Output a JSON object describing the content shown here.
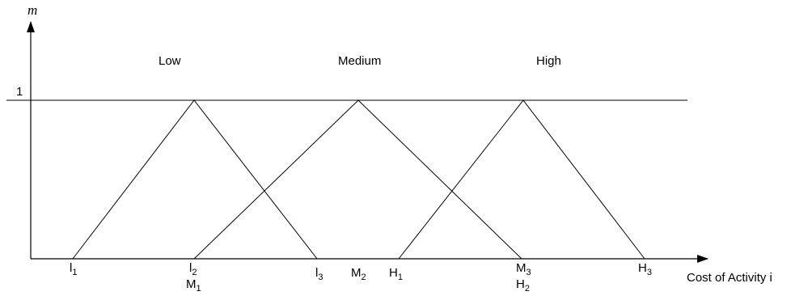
{
  "y_axis": {
    "label": "m",
    "tick_label": "1"
  },
  "x_axis": {
    "label": "Cost of Activity i"
  },
  "sets": [
    {
      "name": "Low"
    },
    {
      "name": "Medium"
    },
    {
      "name": "High"
    }
  ],
  "points": {
    "l1": {
      "base": "l",
      "sub": "1"
    },
    "l2": {
      "base": "l",
      "sub": "2"
    },
    "m1": {
      "base": "M",
      "sub": "1"
    },
    "l3": {
      "base": "l",
      "sub": "3"
    },
    "m2": {
      "base": "M",
      "sub": "2"
    },
    "h1": {
      "base": "H",
      "sub": "1"
    },
    "m3": {
      "base": "M",
      "sub": "3"
    },
    "h2": {
      "base": "H",
      "sub": "2"
    },
    "h3": {
      "base": "H",
      "sub": "3"
    }
  },
  "colors": {
    "line": "#000000",
    "background": "#ffffff"
  }
}
